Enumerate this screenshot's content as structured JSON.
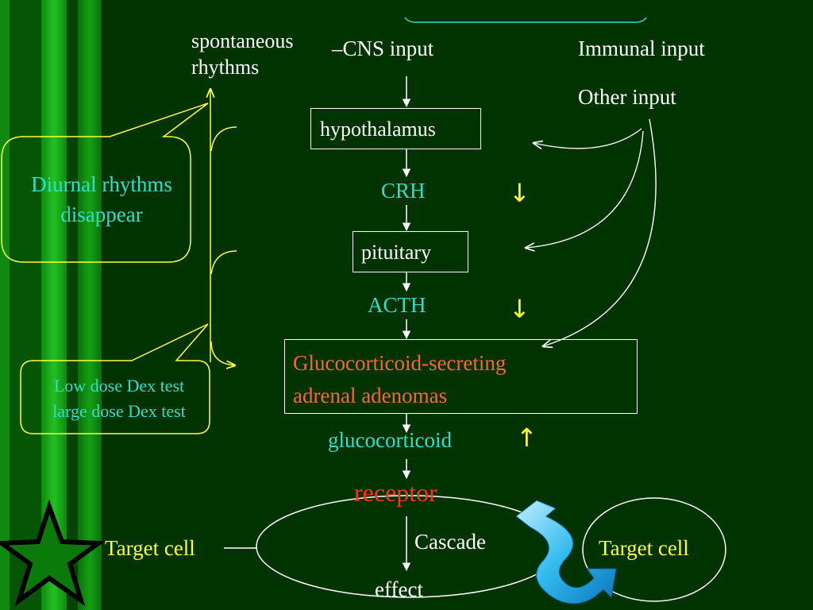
{
  "colors": {
    "background": "#003300",
    "stripe_bright": "#12a012",
    "stripe_dark": "#064406",
    "white_text": "#ffffff",
    "cyan_text": "#33ddcc",
    "orange_text": "#ff6622",
    "yellow_text": "#ffff33",
    "star_fill": "#0a7a0a"
  },
  "inputs": {
    "spontaneous": "spontaneous\nrhythms",
    "cns": "–CNS input",
    "immunal": "Immunal input",
    "other": "Other input"
  },
  "axis": {
    "hypothalamus": "hypothalamus",
    "crh": "CRH",
    "pituitary": "pituitary",
    "acth": "ACTH",
    "adrenal": "Glucocorticoid-secreting\nadrenal adenomas",
    "glucocorticoid": "glucocorticoid",
    "receptor": "receptor",
    "cascade": "Cascade",
    "effect": "effect"
  },
  "indicators": {
    "crh_arrow": "↓",
    "acth_arrow": "↓",
    "glucocorticoid_arrow": "↑"
  },
  "callouts": {
    "diurnal": "Diurnal rhythms\ndisappear",
    "dex_test": "Low dose Dex test\nlarge dose Dex test"
  },
  "target_cells": {
    "left_label": "Target cell",
    "right_label": "Target cell"
  }
}
